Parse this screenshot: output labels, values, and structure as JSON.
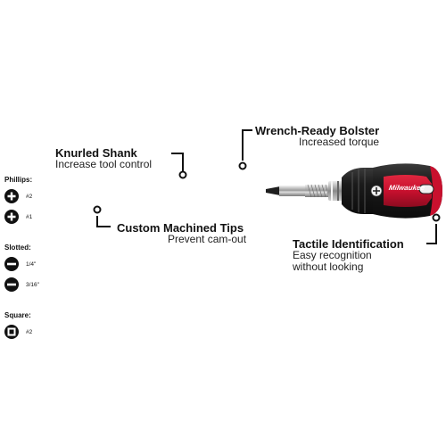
{
  "callouts": {
    "knurled": {
      "title": "Knurled Shank",
      "sub": "Increase tool control"
    },
    "bolster": {
      "title": "Wrench-Ready Bolster",
      "sub": "Increased torque"
    },
    "tips": {
      "title": "Custom Machined Tips",
      "sub": "Prevent cam-out"
    },
    "tactile": {
      "title": "Tactile Identification",
      "sub1": "Easy recognition",
      "sub2": "without looking"
    }
  },
  "legend": {
    "phillips": {
      "heading": "Phillips:",
      "items": [
        "#2",
        "#1"
      ]
    },
    "slotted": {
      "heading": "Slotted:",
      "items": [
        "1/4\"",
        "3/16\""
      ]
    },
    "square": {
      "heading": "Square:",
      "items": [
        "#2"
      ]
    }
  },
  "brand": "Milwaukee",
  "colors": {
    "handle_red": "#c8102e",
    "handle_black": "#1b1b1b",
    "text": "#111111"
  },
  "icons": [
    "phillips-icon",
    "slotted-icon",
    "square-icon"
  ]
}
